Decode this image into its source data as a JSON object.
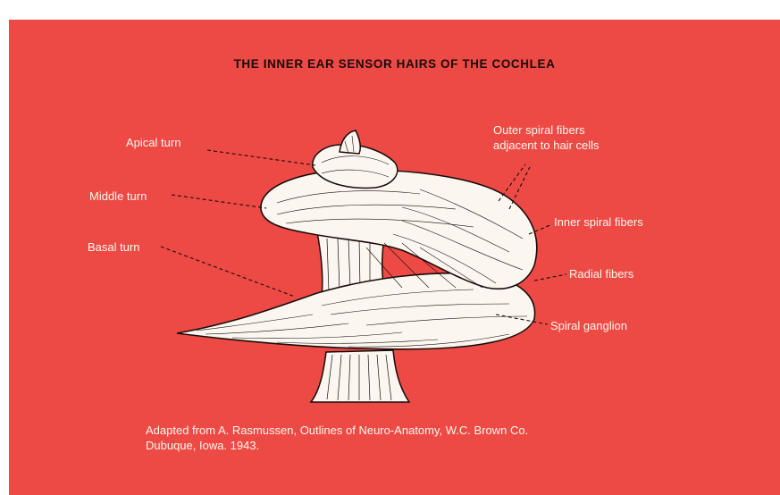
{
  "title": "THE INNER EAR SENSOR HAIRS OF THE COCHLEA",
  "labels": {
    "apical_turn": "Apical turn",
    "middle_turn": "Middle turn",
    "basal_turn": "Basal turn",
    "outer_spiral_fibers_line1": "Outer spiral fibers",
    "outer_spiral_fibers_line2": "adjacent to hair cells",
    "inner_spiral_fibers": "Inner spiral fibers",
    "radial_fibers": "Radial fibers",
    "spiral_ganglion": "Spiral ganglion"
  },
  "caption": {
    "line1": "Adapted from A. Rasmussen, Outlines of Neuro-Anatomy, W.C. Brown Co.",
    "line2": "Dubuque, Iowa.  1943."
  },
  "colors": {
    "background": "#ee4a45",
    "illustration_fill": "#fbf6ef",
    "ink": "#1a0b0b",
    "label_text": "#fff6ee"
  }
}
